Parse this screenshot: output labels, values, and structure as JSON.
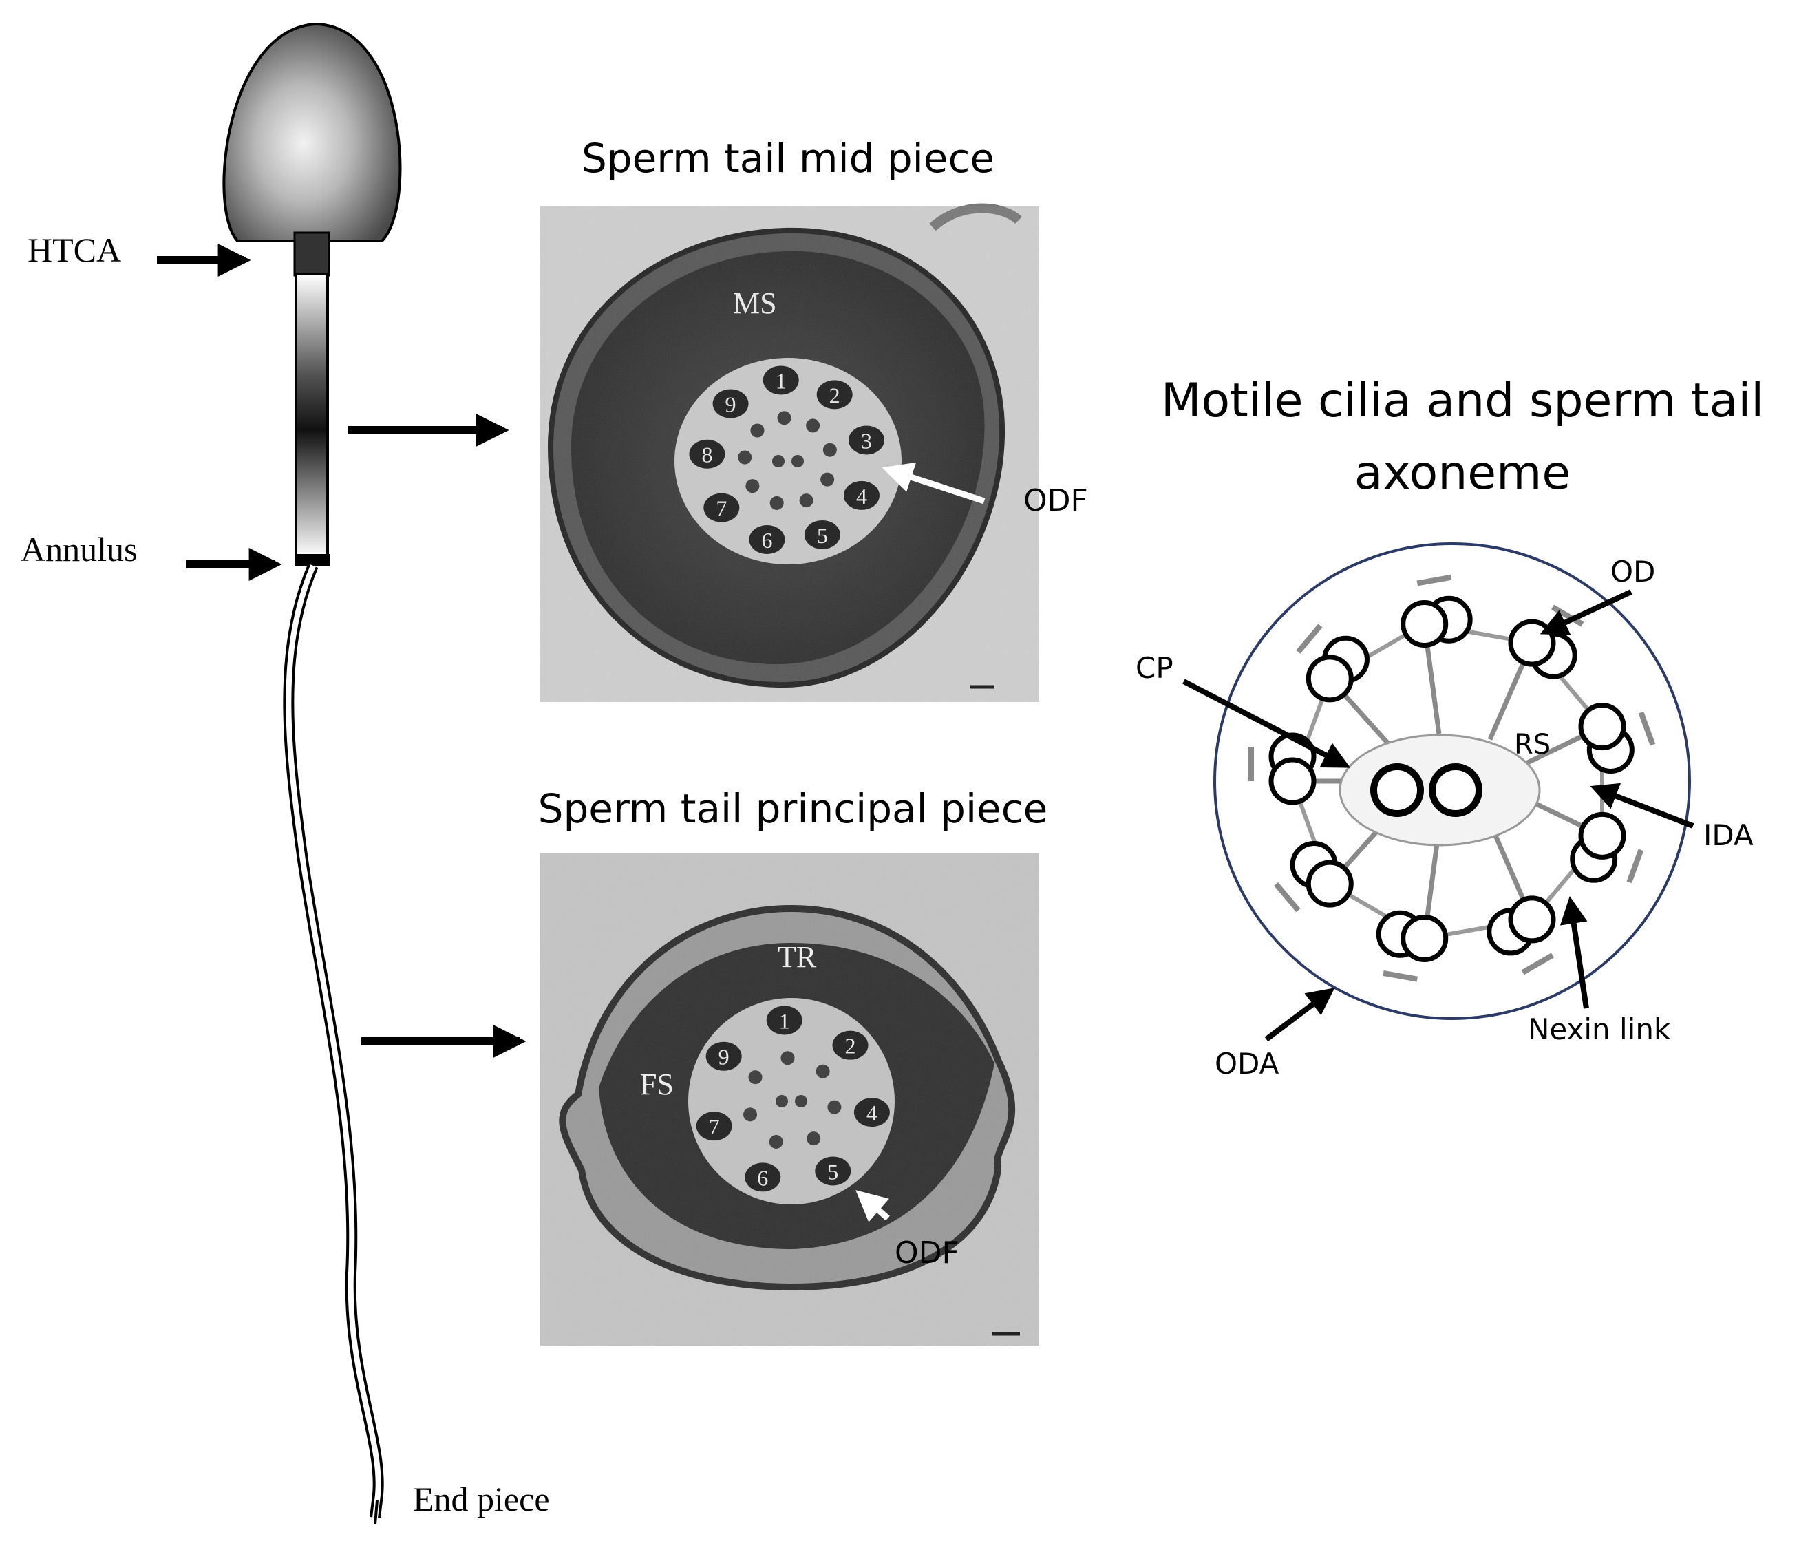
{
  "sperm_labels": {
    "htca": "HTCA",
    "annulus": "Annulus",
    "end_piece": "End piece"
  },
  "mid_piece": {
    "title": "Sperm tail mid piece",
    "ms": "MS",
    "odf": "ODF",
    "doublets": [
      "1",
      "2",
      "3",
      "4",
      "5",
      "6",
      "7",
      "8",
      "9"
    ]
  },
  "principal_piece": {
    "title": "Sperm tail principal piece",
    "tr": "TR",
    "fs": "FS",
    "odf": "ODF",
    "doublets": [
      "1",
      "2",
      "4",
      "5",
      "6",
      "7",
      "9"
    ]
  },
  "axoneme": {
    "title_line1": "Motile cilia and sperm tail",
    "title_line2": "axoneme",
    "labels": {
      "od": "OD",
      "cp": "CP",
      "rs": "RS",
      "ida": "IDA",
      "oda": "ODA",
      "nexin": "Nexin link"
    }
  },
  "colors": {
    "stroke": "#000000",
    "em_background": "#c9c9c9",
    "em_dark": "#2f2f2f",
    "spoke": "#808080",
    "membrane": "#2b3a67"
  }
}
